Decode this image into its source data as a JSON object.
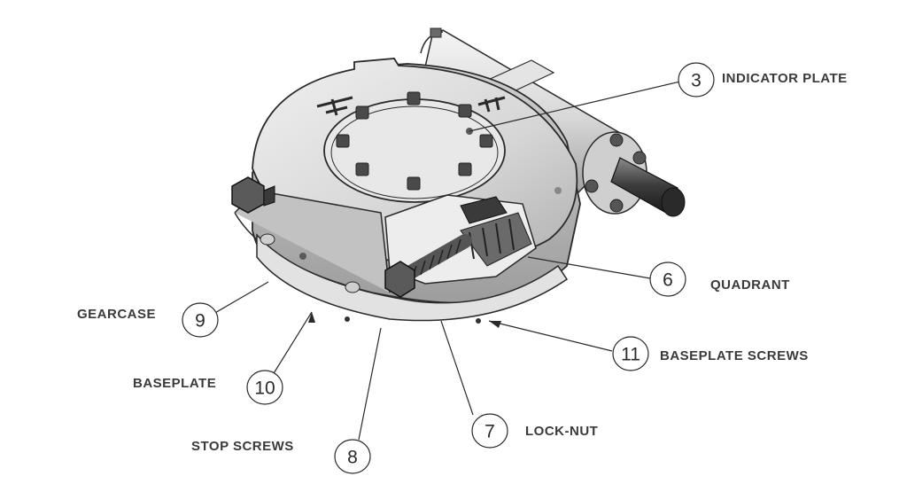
{
  "callouts": [
    {
      "id": "indicator-plate",
      "number": "3",
      "label": "INDICATOR PLATE"
    },
    {
      "id": "quadrant",
      "number": "6",
      "label": "QUADRANT"
    },
    {
      "id": "gearcase",
      "number": "9",
      "label": "GEARCASE"
    },
    {
      "id": "baseplate-screws",
      "number": "11",
      "label": "BASEPLATE SCREWS"
    },
    {
      "id": "baseplate",
      "number": "10",
      "label": "BASEPLATE"
    },
    {
      "id": "lock-nut",
      "number": "7",
      "label": "LOCK-NUT"
    },
    {
      "id": "stop-screws",
      "number": "8",
      "label": "STOP SCREWS"
    }
  ],
  "colors": {
    "line": "#2a2a2a",
    "body": "#d9d9d9",
    "body_dark": "#a8a8a8",
    "body_light": "#eeeeee",
    "text": "#3a3a3a"
  }
}
